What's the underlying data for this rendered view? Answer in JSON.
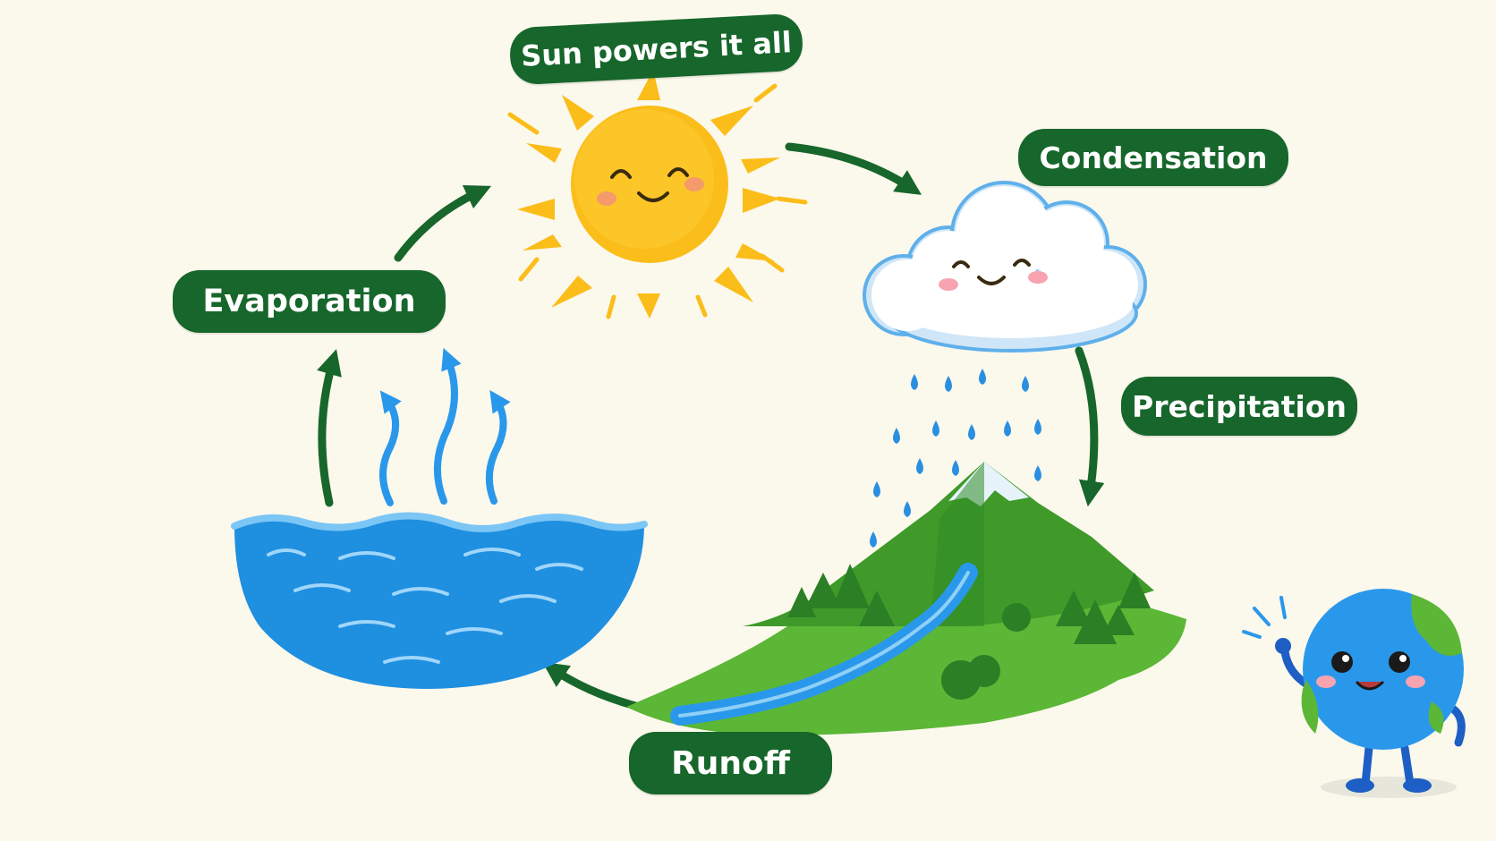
{
  "labels": {
    "sun": "Sun powers it all",
    "condensation": "Condensation",
    "evaporation": "Evaporation",
    "precipitation": "Precipitation",
    "runoff": "Runoff"
  },
  "colors": {
    "background": "#fbf8ec",
    "label_fill": "#17662b",
    "label_text": "#ffffff",
    "arrow": "#17662b",
    "sun": "#fbbd19",
    "water": "#1f8fe0",
    "cloud_outline": "#5fb0ea",
    "land": "#4caf2e",
    "trees": "#2b7f25"
  },
  "icons": [
    "sun-icon",
    "cloud-icon",
    "water-body-icon",
    "vapor-arrows-icon",
    "mountain-landscape-icon",
    "raindrops-icon",
    "earth-mascot-icon"
  ]
}
